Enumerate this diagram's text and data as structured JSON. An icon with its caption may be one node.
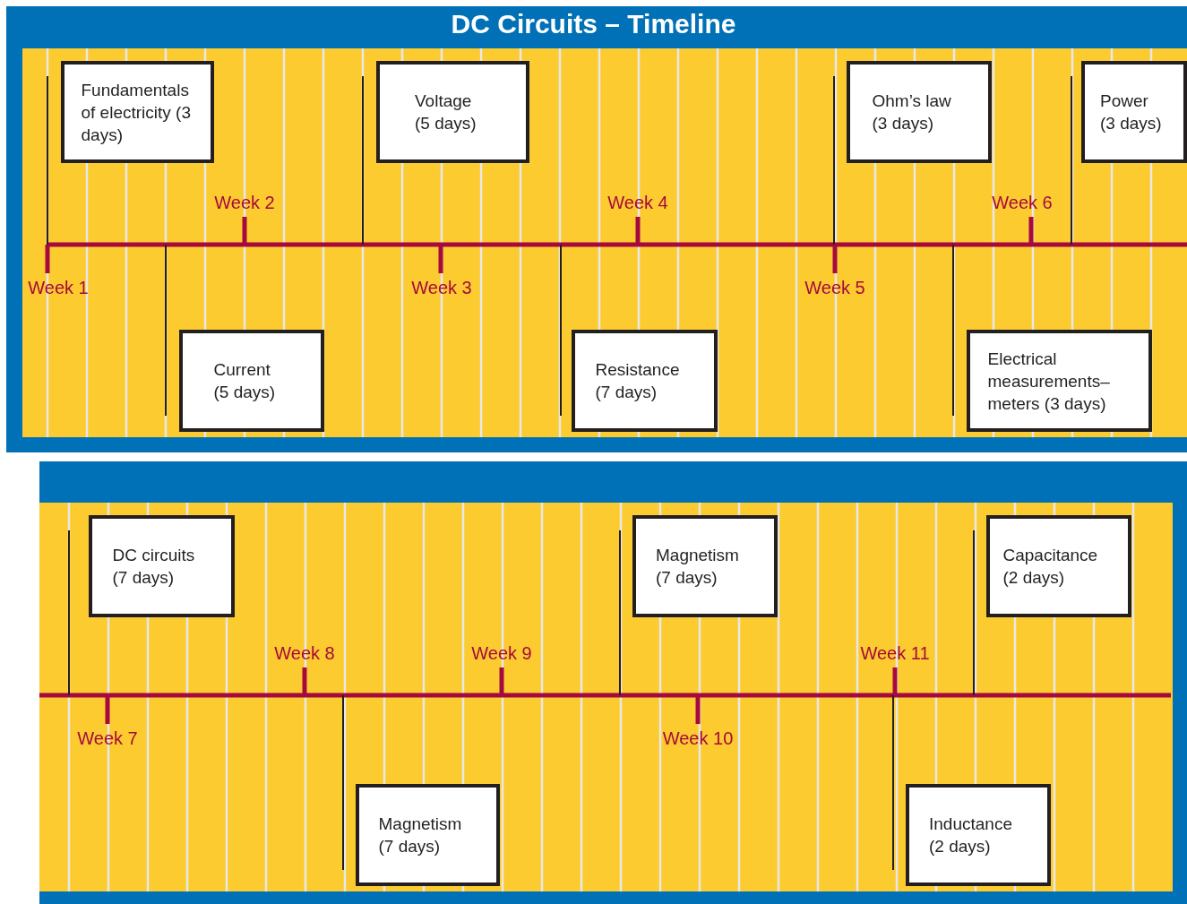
{
  "diagram": {
    "title": "DC Circuits – Timeline",
    "nodes": [
      {
        "text": [
          "Fundamentals of electricity (3 days)"
        ]
      },
      {
        "text": [
          "Voltage (5 days)"
        ]
      },
      {
        "text": [
          "Ohm’s law (3 days)"
        ]
      },
      {
        "text": [
          "Power (3 days)"
        ]
      },
      {
        "text": [
          "Current (5 days)"
        ]
      },
      {
        "text": [
          "Resistance (7 days)"
        ]
      },
      {
        "text": [
          "Electrical measurements– meters (3 days)"
        ]
      },
      {
        "text": [
          "DC circuits (7 days)"
        ]
      },
      {
        "text": [
          "Magnetism (7 days)"
        ]
      },
      {
        "text": [
          "Capacitance (2 days)"
        ]
      },
      {
        "text": [
          "Magnetism (7 days)"
        ]
      },
      {
        "text": [
          "Inductance (2 days)"
        ]
      }
    ],
    "labels": [
      "Week 2",
      "Week 4",
      "Week 6",
      "Week 1",
      "Week 3",
      "Week 5",
      "Week 8",
      "Week 9",
      "Week 11",
      "Week 7",
      "Week 10"
    ]
  }
}
